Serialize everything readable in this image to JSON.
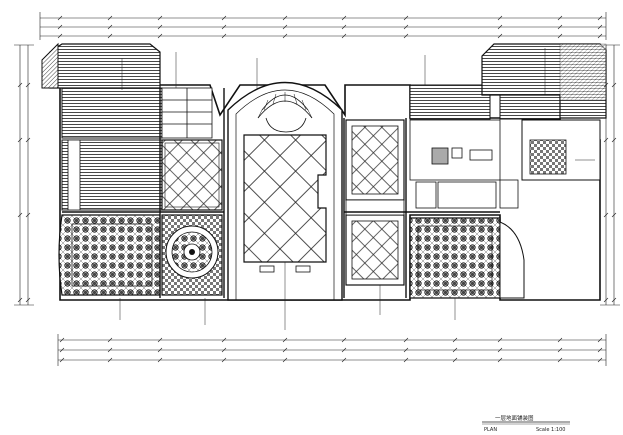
{
  "title_block": {
    "title": "一层地面铺装图",
    "plan_label": "PLAN",
    "scale_label": "Scale 1:100"
  }
}
